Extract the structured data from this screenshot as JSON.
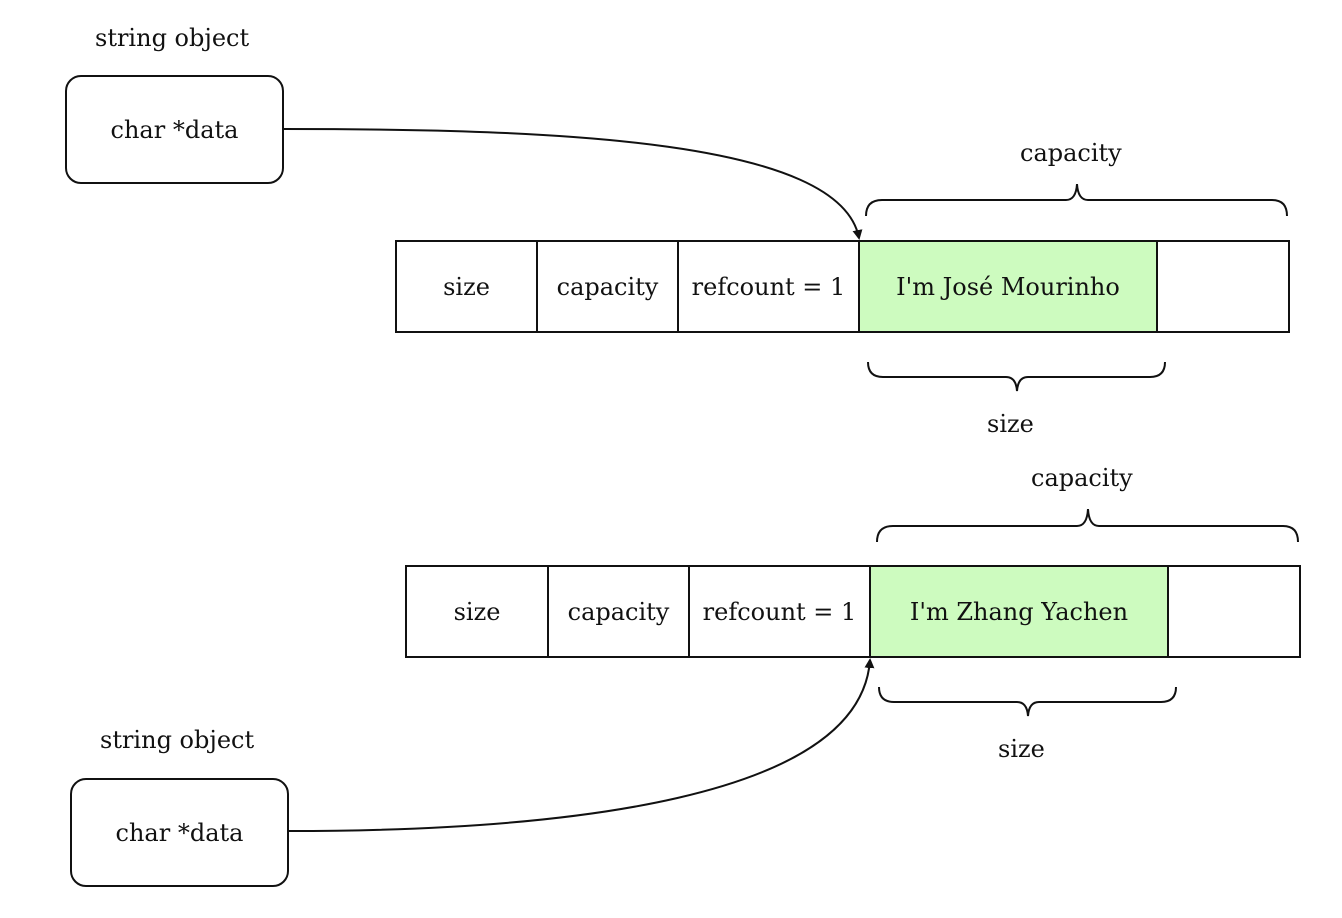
{
  "diagram": {
    "top": {
      "object_label": "string object",
      "pointer_label": "char *data",
      "cells": {
        "size": "size",
        "capacity": "capacity",
        "refcount": "refcount = 1",
        "data": "I'm José Mourinho",
        "empty": ""
      },
      "capacity_brace_label": "capacity",
      "size_brace_label": "size"
    },
    "bottom": {
      "object_label": "string object",
      "pointer_label": "char *data",
      "cells": {
        "size": "size",
        "capacity": "capacity",
        "refcount": "refcount = 1",
        "data": "I'm Zhang Yachen",
        "empty": ""
      },
      "capacity_brace_label": "capacity",
      "size_brace_label": "size"
    }
  },
  "colors": {
    "data_fill": "#cdfbbf",
    "stroke": "#111111"
  }
}
